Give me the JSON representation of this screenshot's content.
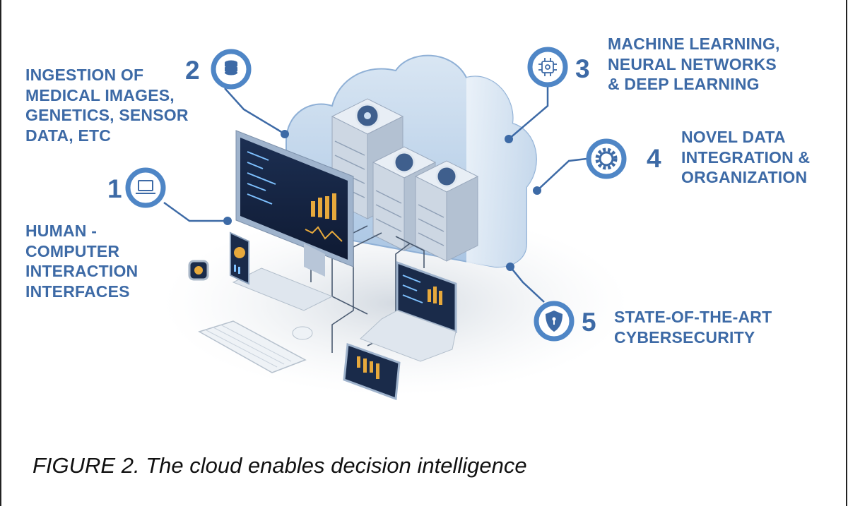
{
  "features": [
    {
      "number": "1",
      "icon": "laptop-icon",
      "lines": [
        "HUMAN -",
        "COMPUTER",
        "INTERACTION",
        "INTERFACES"
      ]
    },
    {
      "number": "2",
      "icon": "database-icon",
      "lines": [
        "INGESTION OF",
        "MEDICAL IMAGES,",
        "GENETICS, SENSOR",
        "DATA, ETC"
      ]
    },
    {
      "number": "3",
      "icon": "neural-chip-icon",
      "lines": [
        "MACHINE LEARNING,",
        "NEURAL NETWORKS",
        "& DEEP LEARNING"
      ]
    },
    {
      "number": "4",
      "icon": "gear-icon",
      "lines": [
        "NOVEL DATA",
        "INTEGRATION &",
        "ORGANIZATION"
      ]
    },
    {
      "number": "5",
      "icon": "shield-icon",
      "lines": [
        "STATE-OF-THE-ART",
        "CYBERSECURITY"
      ]
    }
  ],
  "caption": "FIGURE 2. The cloud enables decision intelligence",
  "colors": {
    "accent": "#3d6aa6",
    "ring": "#4f86c6",
    "cloud": "#bcd3ea",
    "caption": "#111111"
  }
}
